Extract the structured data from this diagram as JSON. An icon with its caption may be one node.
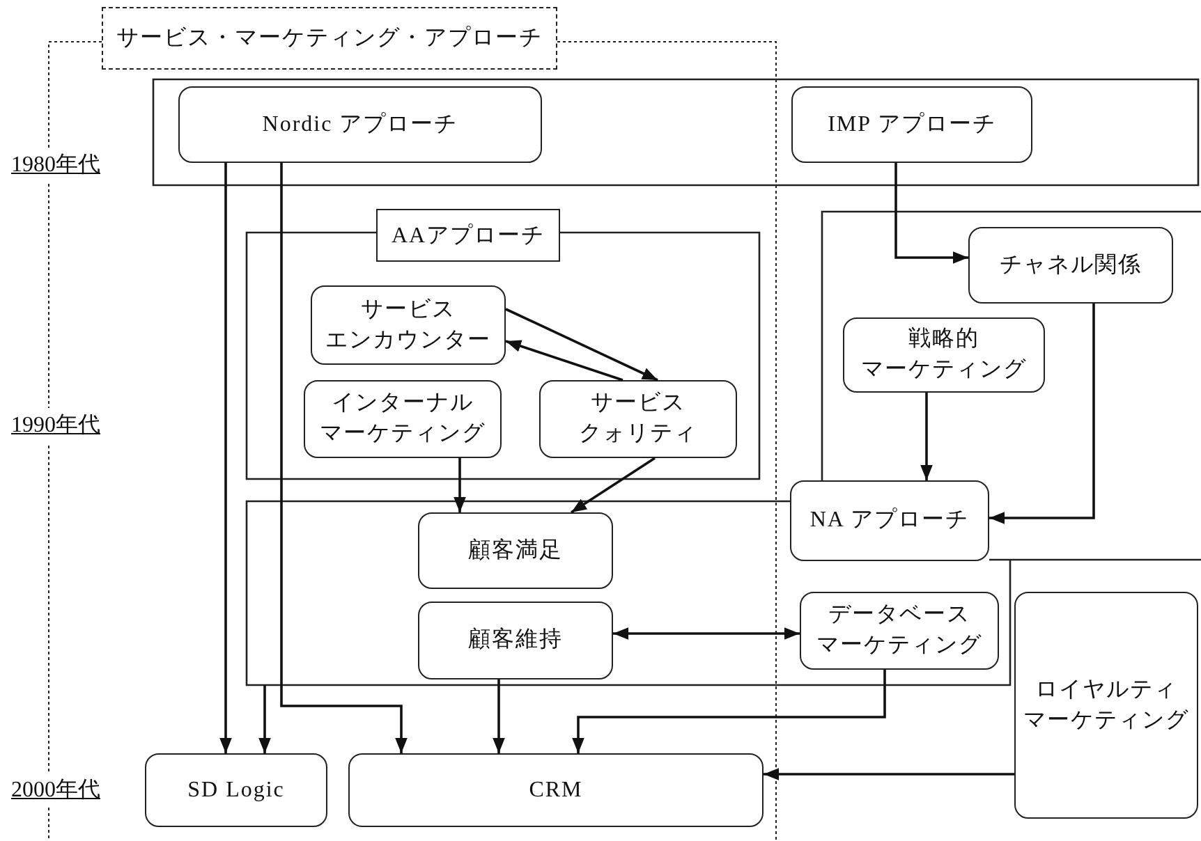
{
  "diagram": {
    "nodes": [
      {
        "text": [
          "サービス・マーケティング・アプローチ"
        ]
      },
      {
        "text": [],
        "shape": "box"
      },
      {
        "text": [
          "Nordic アプローチ"
        ]
      },
      {
        "text": [
          "IMP アプローチ"
        ],
        "in": 1
      },
      {
        "text": [
          "AAアプローチ"
        ],
        "in": 0
      },
      {
        "text": [
          "サービスエンカウンター"
        ],
        "in": 4
      },
      {
        "text": [
          "インターナルマーケティング"
        ],
        "in": 4
      },
      {
        "text": [
          "サービスクォリティ"
        ],
        "in": 4
      },
      {
        "text": [],
        "shape": "box"
      },
      {
        "text": [
          "チャネル関係"
        ],
        "in": 8
      },
      {
        "text": [
          "戦略的マーケティング"
        ],
        "in": 8
      },
      {
        "text": [],
        "shape": "box"
      },
      {
        "text": [
          "NA アプローチ"
        ]
      },
      {
        "text": [
          "顧客満足"
        ]
      },
      {
        "text": [
          "顧客維持"
        ]
      },
      {
        "text": [
          "データベースマーケティング"
        ],
        "in": 11
      },
      {
        "text": [
          "ロイヤルティマーケティング"
        ]
      },
      {
        "text": [
          "SD Logic"
        ],
        "in": 0
      },
      {
        "text": [
          "CRM"
        ],
        "in": 0
      }
    ],
    "edges": [
      {
        "from": 2,
        "to": 17,
        "arrow": "to"
      },
      {
        "from": 2,
        "to": 18,
        "arrow": "to"
      },
      {
        "from": 11,
        "to": 17,
        "arrow": "to"
      },
      {
        "from": 3,
        "to": 9,
        "arrow": "to"
      },
      {
        "from": 5,
        "to": 7,
        "arrow": "to"
      },
      {
        "from": 7,
        "to": 5,
        "arrow": "to"
      },
      {
        "from": 6,
        "to": 13,
        "arrow": "to"
      },
      {
        "from": 7,
        "to": 13,
        "arrow": "to"
      },
      {
        "from": 10,
        "to": 12,
        "arrow": "to"
      },
      {
        "from": 9,
        "to": 12,
        "arrow": "to"
      },
      {
        "from": 14,
        "to": 15,
        "arrow": "both"
      },
      {
        "from": 14,
        "to": 18,
        "arrow": "to"
      },
      {
        "from": 15,
        "to": 18,
        "arrow": "to"
      },
      {
        "from": 16,
        "to": 18,
        "arrow": "to"
      }
    ],
    "labels": [
      "1980年代",
      "1990年代",
      "2000年代"
    ]
  }
}
